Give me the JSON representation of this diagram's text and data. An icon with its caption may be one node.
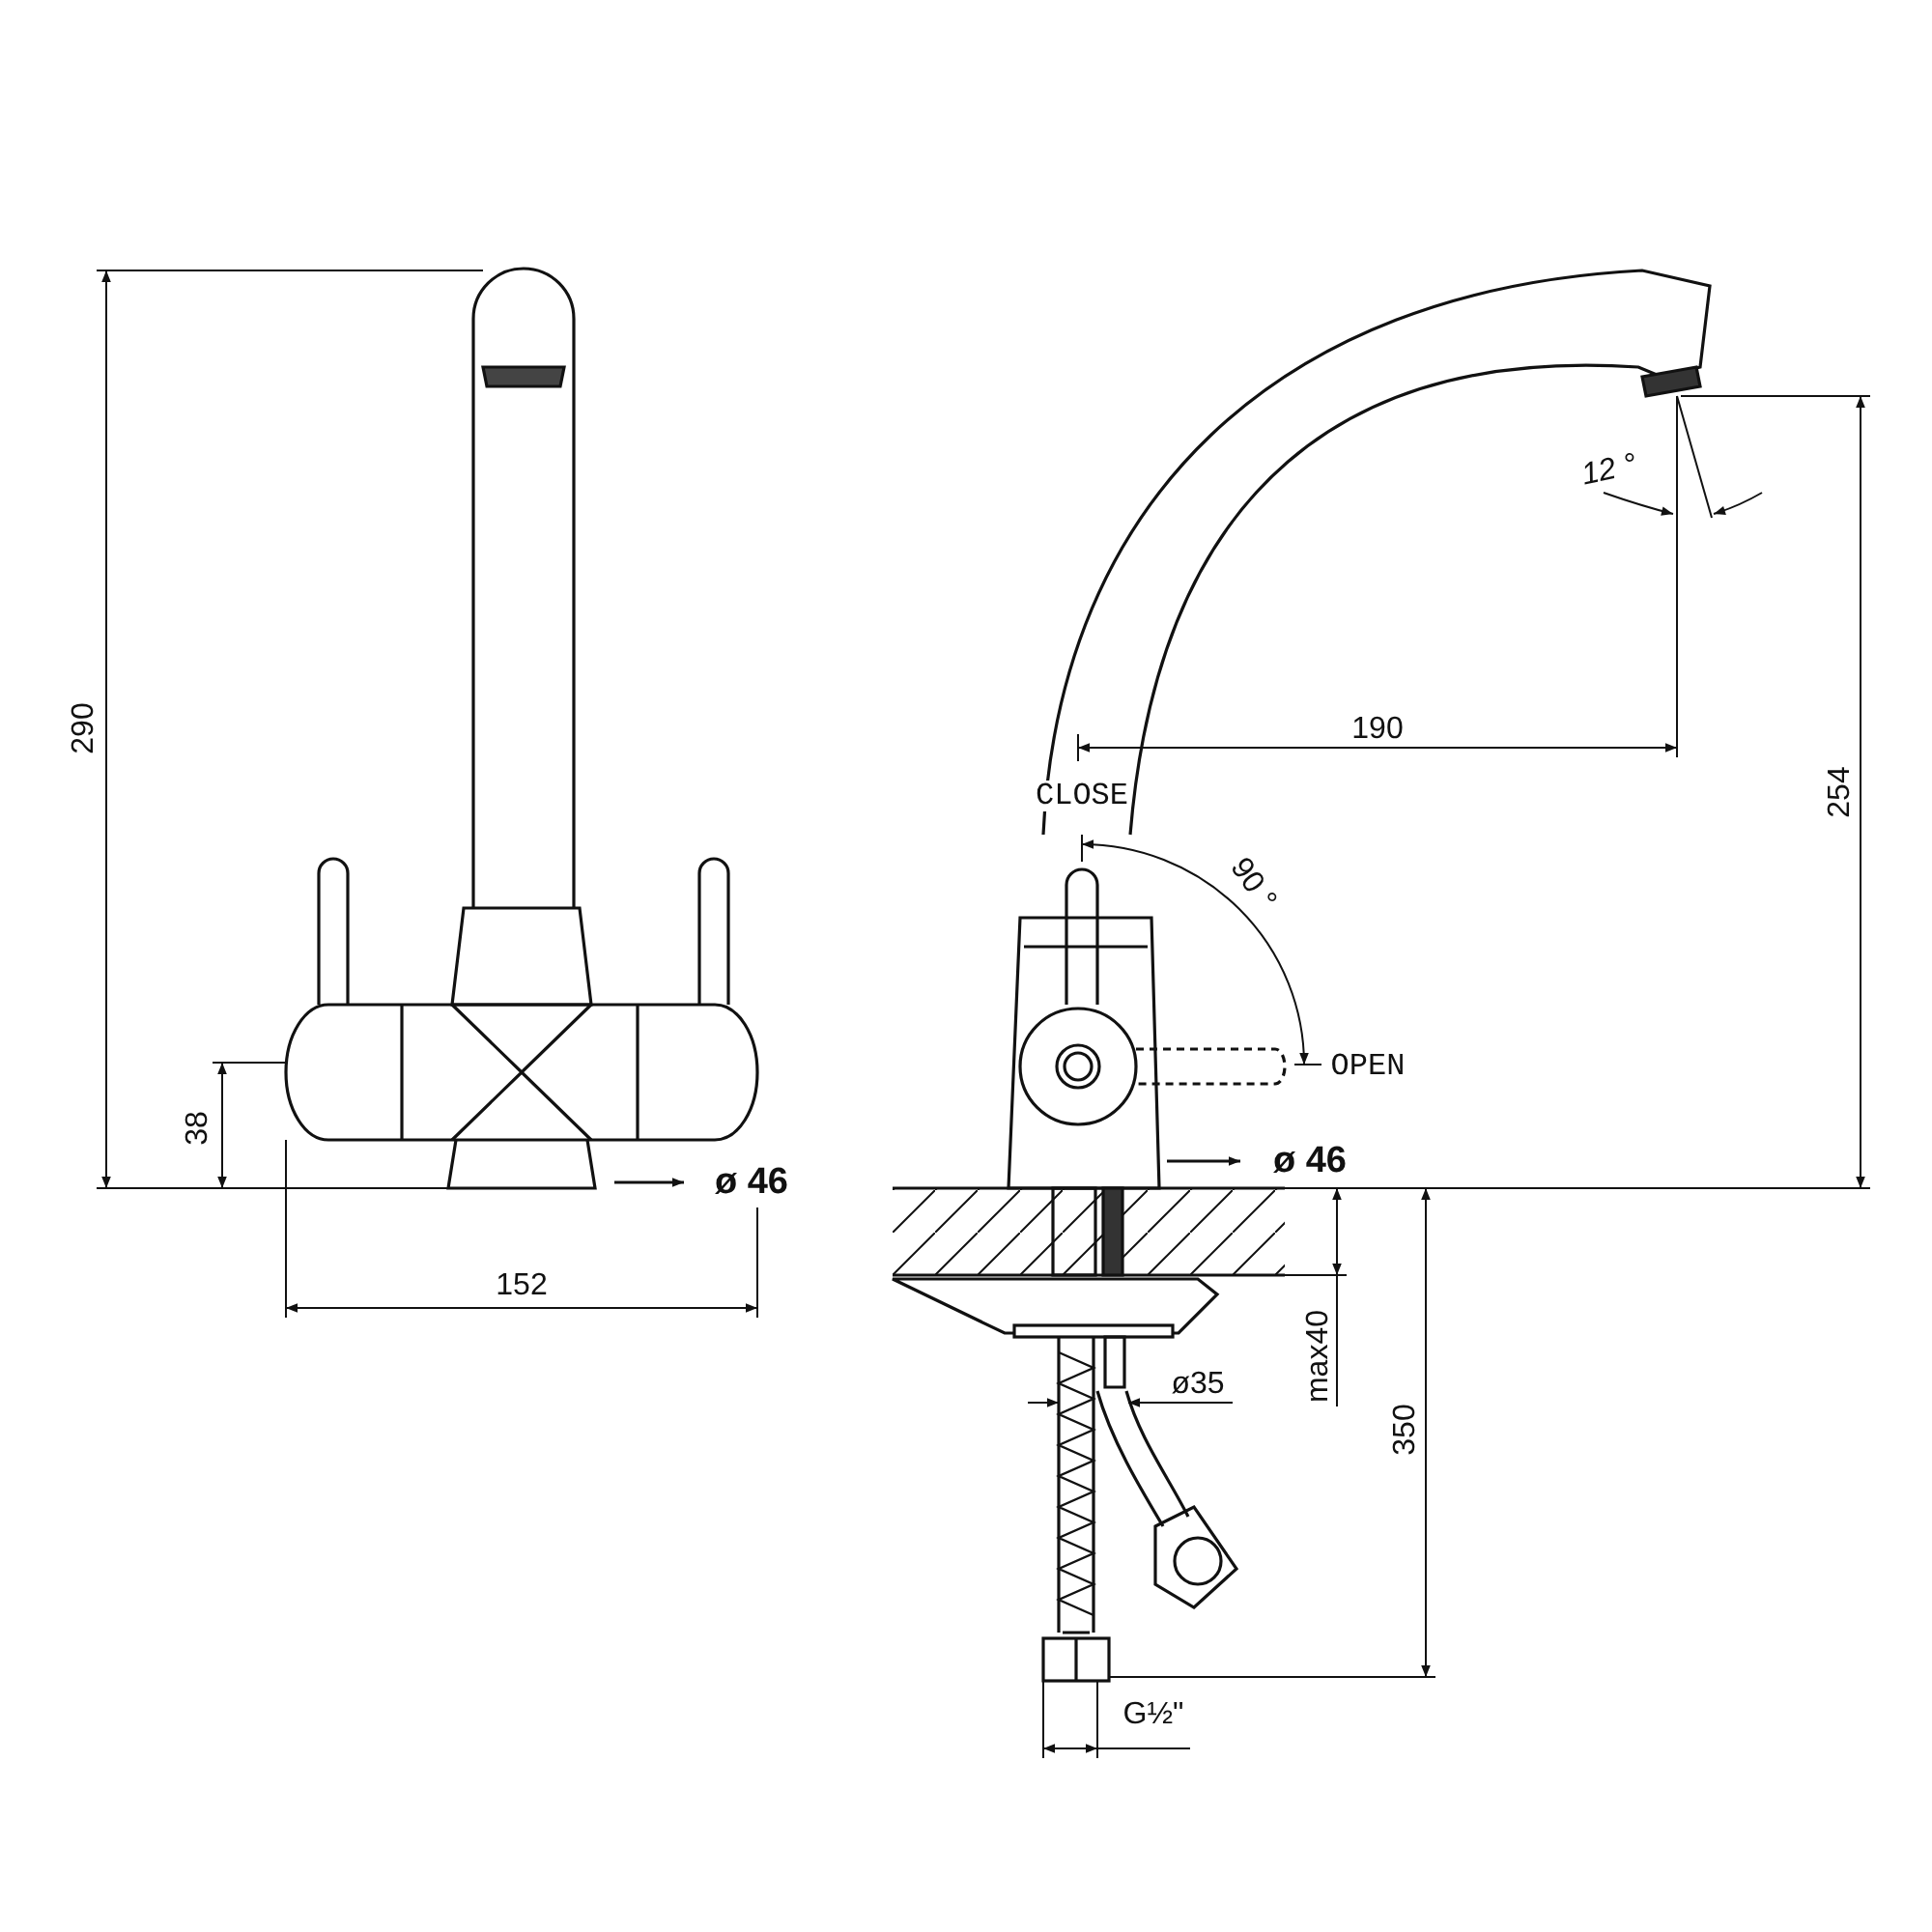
{
  "diagram": {
    "labels": [
      "12 °",
      "290",
      "190",
      "254",
      "CLOSE",
      "90 °",
      "OPEN",
      "38",
      "ø 46",
      "ø 46",
      "152",
      "max40",
      "ø35",
      "350",
      "G½\""
    ]
  }
}
